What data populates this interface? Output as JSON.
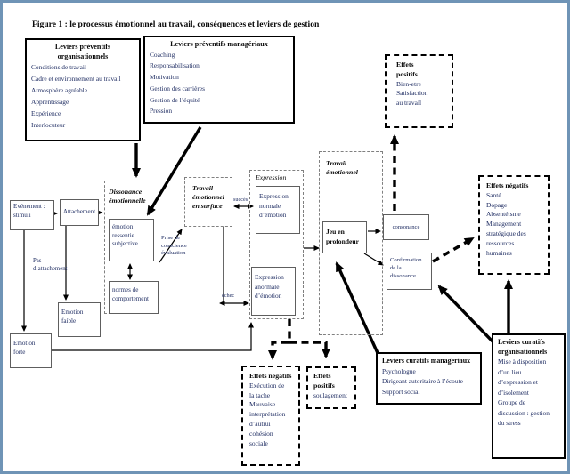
{
  "page": {
    "title": "Figure 1 : le  processus émotionnel au travail, conséquences et leviers de gestion"
  },
  "colors": {
    "frame_blue": "#6f94b6",
    "text_navy": "#202e63",
    "ink": "#000000"
  },
  "levier_boxes": {
    "prev_org": {
      "title": "Leviers préventifs\norganisationnels",
      "items": [
        "Conditions de travail",
        "Cadre et environnement au travail",
        "Atmosphère agréable",
        "Apprentissage",
        "Expérience",
        "Interlocuteur"
      ]
    },
    "prev_mgr": {
      "title": "Leviers préventifs managériaux",
      "items": [
        "Coaching",
        "Responsabilisation",
        "Motivation",
        "Gestion des carrières",
        "Gestion de l’équité",
        "Pression"
      ]
    },
    "cur_mgr": {
      "title": "Leviers curatifs manageriaux",
      "items": [
        "Psychologue",
        "Dirigeant autoritaire à l’écoute",
        "Support social"
      ]
    },
    "cur_org": {
      "title": "Leviers curatifs\norganisationnels",
      "items": [
        "Mise à disposition\nd’un lieu\nd’expression et\nd’isolement",
        "Groupe de\ndiscussion : gestion\ndu stress"
      ]
    }
  },
  "effect_boxes": {
    "pos_top": {
      "title": "Effets\npositifs",
      "items": [
        "Bien-etre",
        "Satisfaction\nau travail"
      ]
    },
    "neg_right": {
      "title": "Effets négatifs",
      "items": [
        "Santé",
        "Dopage",
        "Absentéisme",
        "Management\nstratégique des\nressources\nhumaines"
      ]
    },
    "neg_bottom": {
      "title": "Effets négatifs",
      "items": [
        "Exécution de\nla tache",
        "Mauvaise\ninterprétation\nd’autrui",
        "cohésion\nsociale"
      ]
    },
    "pos_bottom": {
      "title": "Effets\npositifs",
      "items": [
        "soulagement"
      ]
    }
  },
  "containers": {
    "dissonance": "Dissonance\némotionnelle",
    "travail_surface": "Travail\némotionnel\nen surface",
    "expression": "Expression",
    "travail_emotionnel": "Travail\némotionnel"
  },
  "nodes": {
    "evenement": "Evénement :\nstimuli",
    "attachement": "Attachement",
    "emotion_faible": "Emotion\nfaible",
    "emotion_forte": "Emotion\nforte",
    "emotion_ressentie": "émotion\nressentie\nsubjective",
    "normes": "normes de\ncomportement",
    "expr_normale": "Expression\nnormale\nd’émotion",
    "expr_anormale": "Expression\nanormale\nd’émotion",
    "jeu": "Jeu en\nprofondeur",
    "consonance": "consonance",
    "confirmation": "Confirmation\nde la\ndissonance"
  },
  "labels": {
    "pas_attachement": "Pas\nd’attachement",
    "prise_conscience": "Prise de\nconscience\névaluation",
    "succes": "succès",
    "echec": "échec"
  }
}
